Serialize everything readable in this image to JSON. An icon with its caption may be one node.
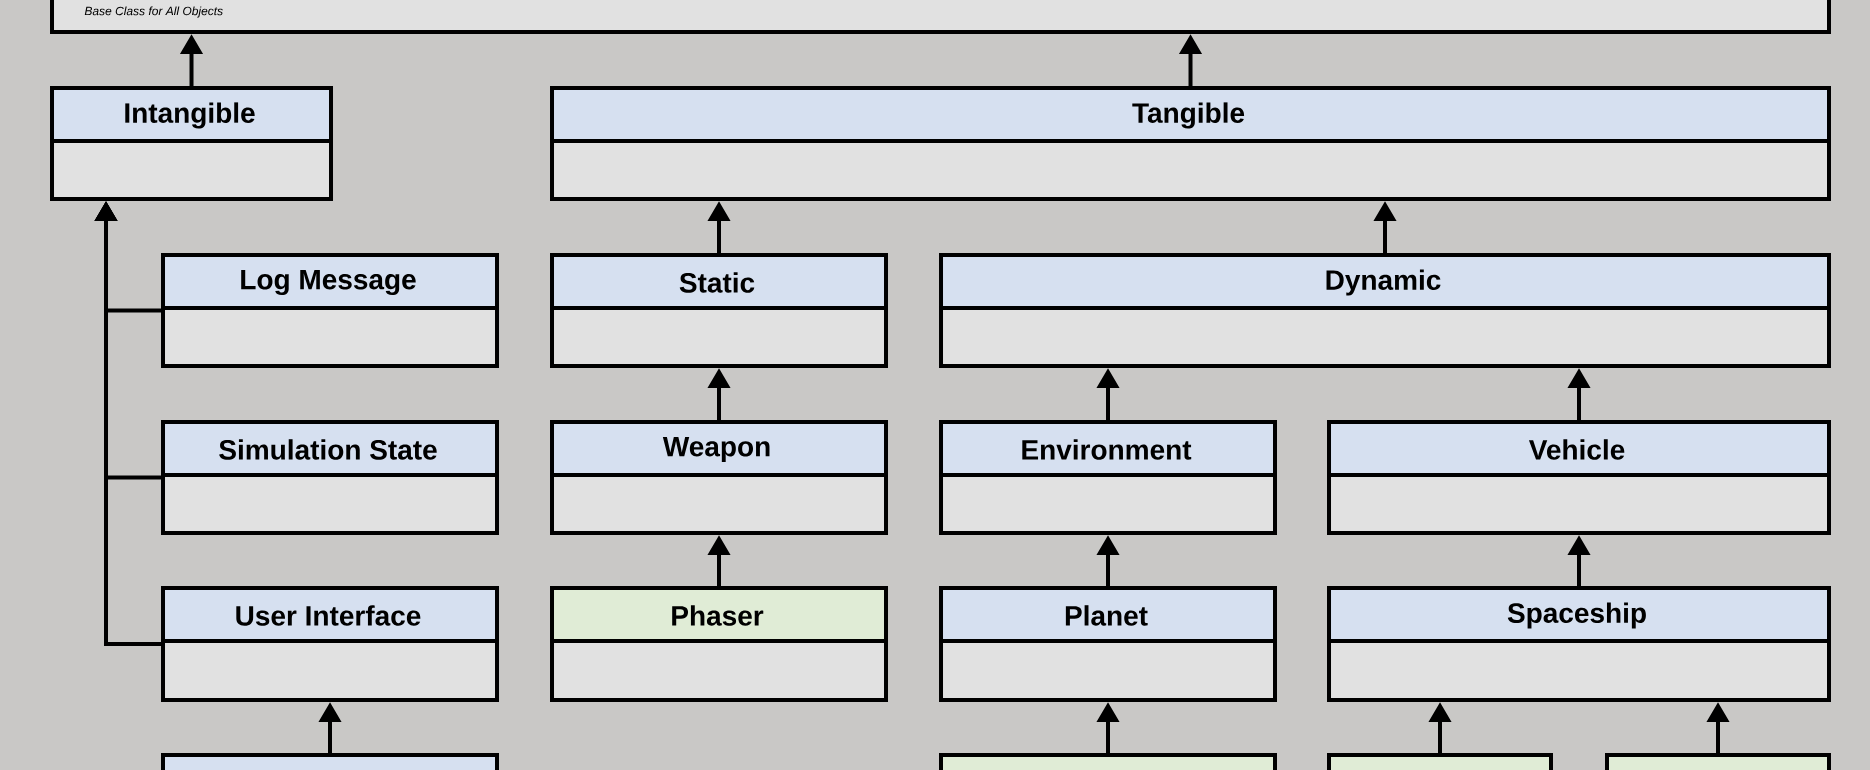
{
  "diagram": {
    "nodes": [
      {
        "text": [
          "Base Class for All Objects"
        ]
      },
      {
        "text": [
          "Intangible"
        ]
      },
      {
        "text": [
          "Tangible"
        ]
      },
      {
        "text": [
          "Log Message"
        ]
      },
      {
        "text": [
          "Static"
        ]
      },
      {
        "text": [
          "Dynamic"
        ]
      },
      {
        "text": [
          "Simulation State"
        ]
      },
      {
        "text": [
          "Weapon"
        ]
      },
      {
        "text": [
          "Environment"
        ]
      },
      {
        "text": [
          "Vehicle"
        ]
      },
      {
        "text": [
          "User Interface"
        ]
      },
      {
        "text": [
          "Phaser"
        ]
      },
      {
        "text": [
          "Planet"
        ]
      },
      {
        "text": [
          "Spaceship"
        ]
      },
      {
        "text": [],
        "shape": "box"
      },
      {
        "text": [],
        "shape": "box"
      },
      {
        "text": [],
        "shape": "box"
      },
      {
        "text": [],
        "shape": "box"
      }
    ],
    "edges": [
      {
        "from": 1,
        "to": 0,
        "arrow": "to"
      },
      {
        "from": 2,
        "to": 0,
        "arrow": "to"
      },
      {
        "from": 3,
        "to": 1,
        "arrow": "to"
      },
      {
        "from": 6,
        "to": 1,
        "arrow": "to"
      },
      {
        "from": 10,
        "to": 1,
        "arrow": "to"
      },
      {
        "from": 4,
        "to": 2,
        "arrow": "to"
      },
      {
        "from": 5,
        "to": 2,
        "arrow": "to"
      },
      {
        "from": 7,
        "to": 4,
        "arrow": "to"
      },
      {
        "from": 8,
        "to": 5,
        "arrow": "to"
      },
      {
        "from": 9,
        "to": 5,
        "arrow": "to"
      },
      {
        "from": 11,
        "to": 7,
        "arrow": "to"
      },
      {
        "from": 12,
        "to": 8,
        "arrow": "to"
      },
      {
        "from": 13,
        "to": 9,
        "arrow": "to"
      },
      {
        "from": 14,
        "to": 10,
        "arrow": "to"
      },
      {
        "from": 15,
        "to": 12,
        "arrow": "to"
      },
      {
        "from": 16,
        "to": 13,
        "arrow": "to"
      },
      {
        "from": 17,
        "to": 13,
        "arrow": "to"
      }
    ]
  }
}
